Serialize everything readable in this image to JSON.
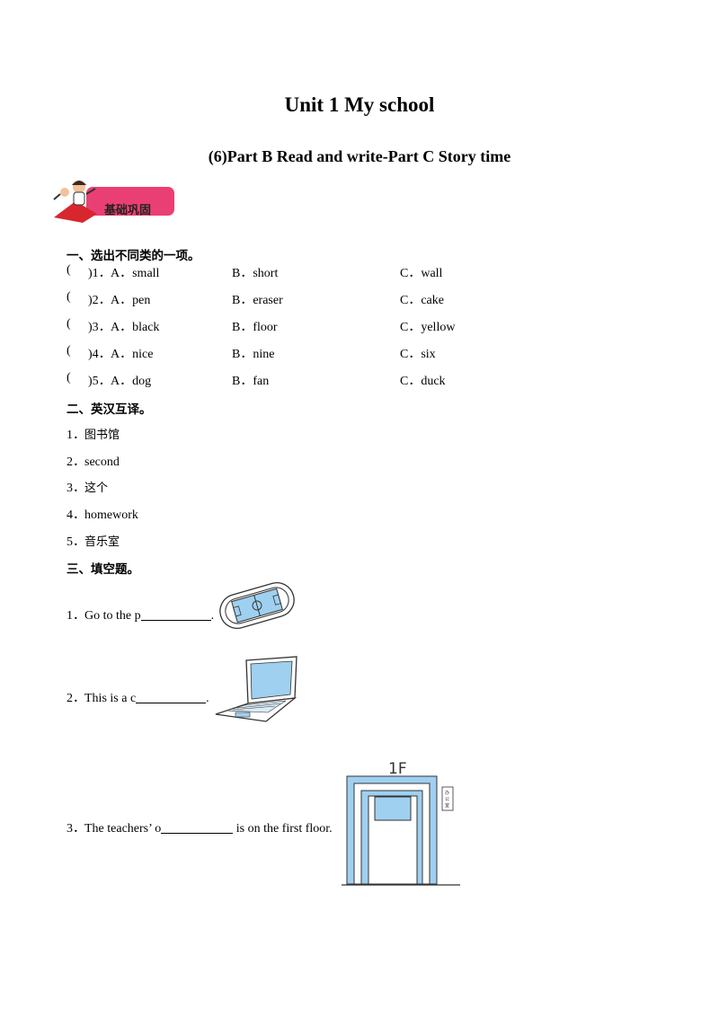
{
  "title": "Unit 1  My  school",
  "subtitle": "(6)Part B Read and write-Part C Story time",
  "badge_text": "基础巩固",
  "section1": {
    "heading": "一、选出不同类的一项。",
    "items": [
      {
        "paren": "(",
        "num": ")1．",
        "a": "A．small",
        "b": "B．short",
        "c": "C．wall"
      },
      {
        "paren": "(",
        "num": ")2．",
        "a": "A．pen",
        "b": "B．eraser",
        "c": "C．cake"
      },
      {
        "paren": "(",
        "num": ")3．",
        "a": "A．black",
        "b": "B．floor",
        "c": "C．yellow"
      },
      {
        "paren": "(",
        "num": ")4．",
        "a": "A．nice",
        "b": "B．nine",
        "c": "C．six"
      },
      {
        "paren": "(",
        "num": ")5．",
        "a": "A．dog",
        "b": "B．fan",
        "c": "C．duck"
      }
    ]
  },
  "section2": {
    "heading": "二、英汉互译。",
    "items": [
      {
        "num": "1．",
        "text": "图书馆"
      },
      {
        "num": "2．",
        "text": "second"
      },
      {
        "num": "3．",
        "text": "这个"
      },
      {
        "num": "4．",
        "text": "homework"
      },
      {
        "num": "5．",
        "text": "音乐室"
      }
    ]
  },
  "section3": {
    "heading": "三、填空题。",
    "items": [
      {
        "num": "1．",
        "before": "Go to the p",
        "after": ".",
        "icon": "playground-icon"
      },
      {
        "num": "2．",
        "before": "This is a c",
        "after": ".",
        "icon": "laptop-icon"
      },
      {
        "num": "3．",
        "before": "The teachers’ o",
        "after": " is on the first floor.",
        "icon": "office-door-icon",
        "floor_sign": "1F",
        "door_sign": "办公室"
      }
    ]
  },
  "colors": {
    "badge_pink": "#e8336c",
    "picture_blue": "#9fd0f0"
  }
}
